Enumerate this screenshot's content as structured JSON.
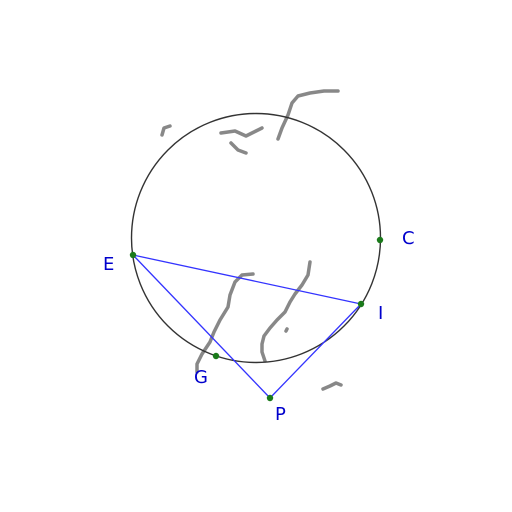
{
  "colors": {
    "background": "#ffffff",
    "circle": "#333333",
    "segments": "#3333ff",
    "points": "#1a7a1a",
    "labels": "#0000cc",
    "sketch_strokes": "#888888"
  },
  "labels": {
    "E": "E",
    "C": "C",
    "I": "I",
    "G": "G",
    "P": "P"
  }
}
